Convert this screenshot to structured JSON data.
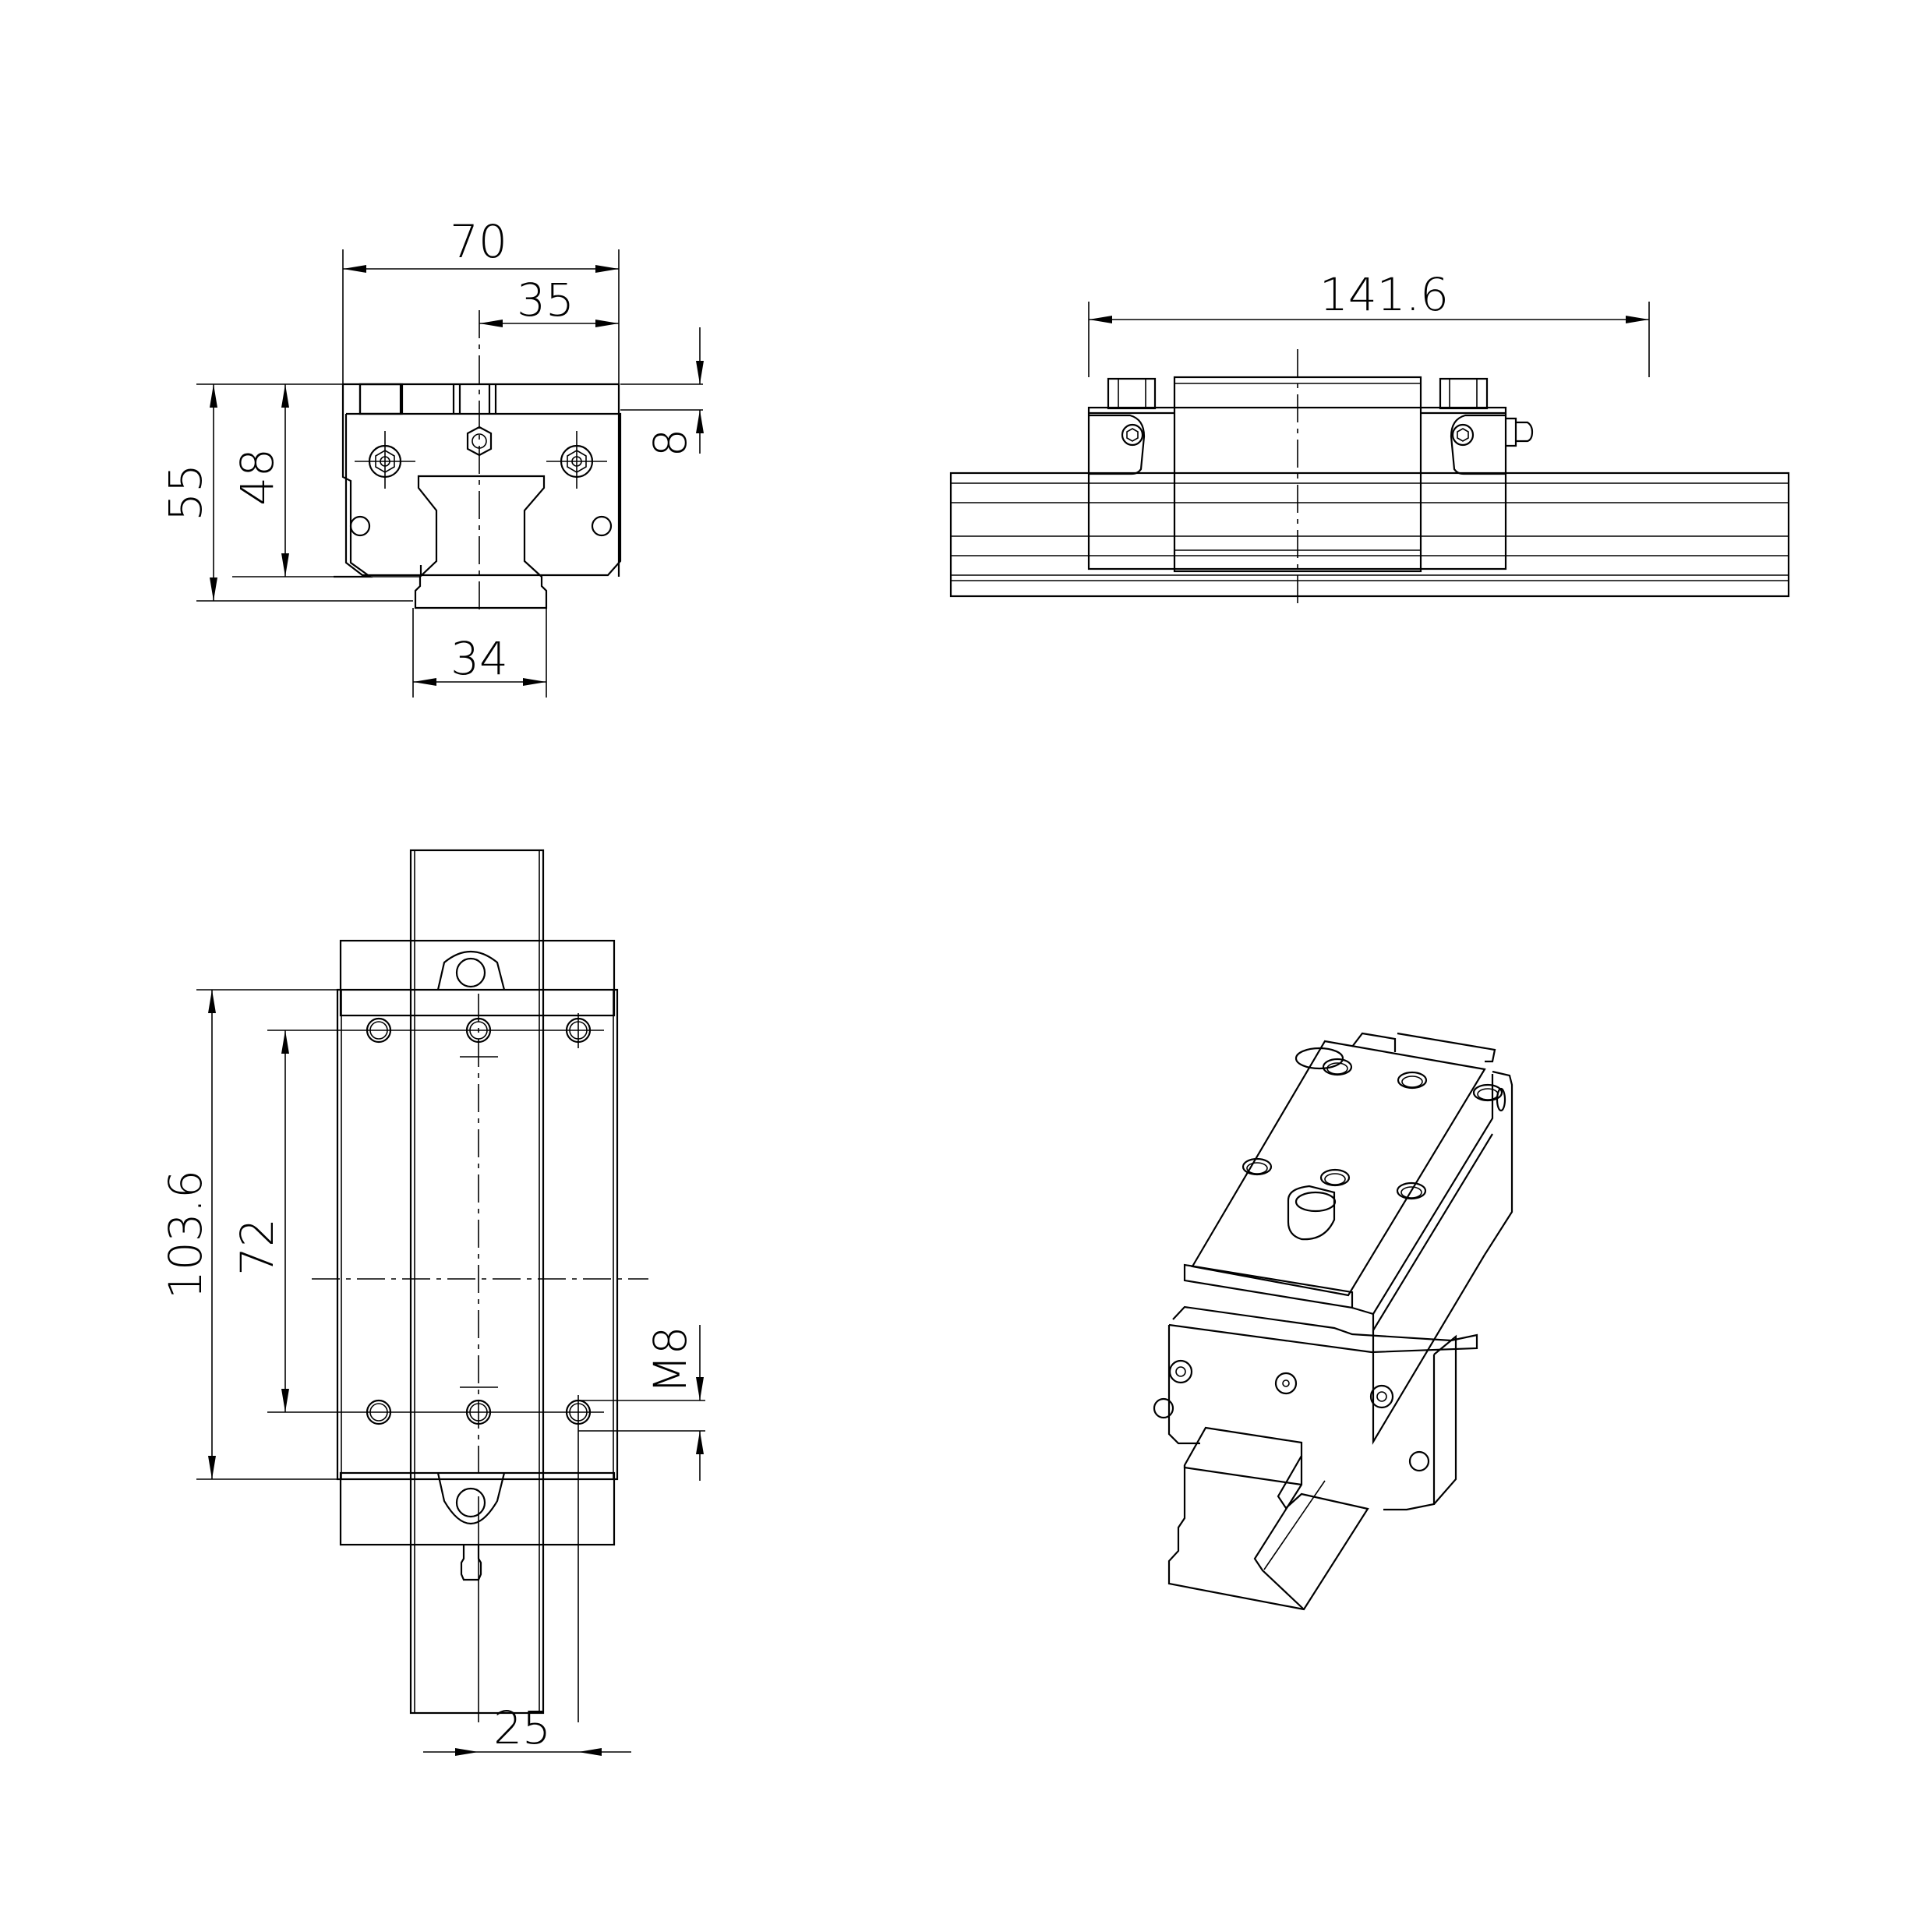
{
  "drawing": {
    "subject": "Linear guide carriage and rail",
    "line_color": "#000000",
    "background": "#ffffff"
  },
  "views": {
    "front_view": {
      "dimensions": {
        "overall_width": "70",
        "half_width": "35",
        "top_offset": "8",
        "overall_height": "55",
        "carriage_height": "48",
        "rail_width": "34"
      }
    },
    "side_view": {
      "dimensions": {
        "carriage_length": "141.6"
      }
    },
    "top_view": {
      "dimensions": {
        "block_length": "103.6",
        "hole_pitch_length": "72",
        "thread_size": "M8",
        "hole_offset_width": "25"
      }
    },
    "isometric_view": {
      "label": ""
    }
  }
}
